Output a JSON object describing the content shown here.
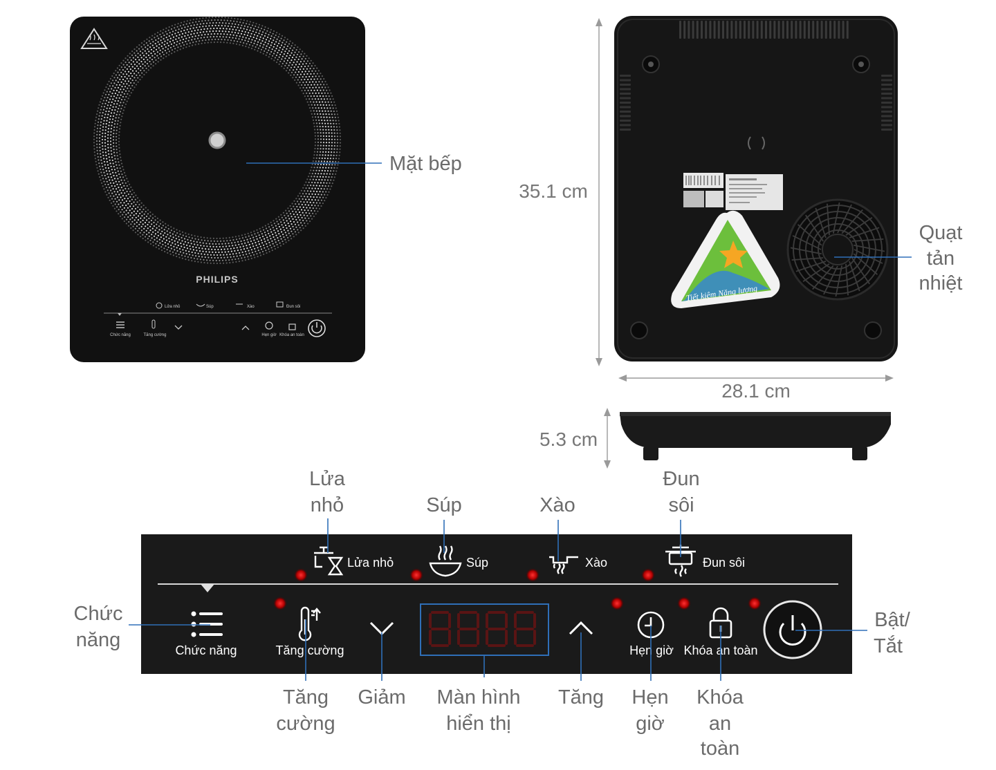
{
  "top_view": {
    "brand": "PHILIPS",
    "surface_label": "Mặt bếp",
    "mini_modes": [
      "Lửa nhỏ",
      "Súp",
      "Xào",
      "Đun sôi"
    ],
    "mini_keys": [
      "Chức năng",
      "Tăng cường",
      "Hẹn giờ",
      "Khóa an toàn"
    ]
  },
  "bottom_view": {
    "fan_label": [
      "Quạt",
      "tản",
      "nhiệt"
    ],
    "sticker_text": "Tiết kiệm Năng lượng"
  },
  "dimensions": {
    "height": "35.1 cm",
    "width": "28.1 cm",
    "depth": "5.3 cm"
  },
  "panel": {
    "modes": [
      {
        "key": "low_heat",
        "label": "Lửa nhỏ",
        "callout": [
          "Lửa",
          "nhỏ"
        ]
      },
      {
        "key": "soup",
        "label": "Súp",
        "callout": [
          "Súp"
        ]
      },
      {
        "key": "stir_fry",
        "label": "Xào",
        "callout": [
          "Xào"
        ]
      },
      {
        "key": "boil",
        "label": "Đun sôi",
        "callout": [
          "Đun",
          "sôi"
        ]
      }
    ],
    "buttons": {
      "function": {
        "label": "Chức năng",
        "callout": [
          "Chức",
          "năng"
        ]
      },
      "boost": {
        "label": "Tăng cường",
        "callout": [
          "Tăng",
          "cường"
        ]
      },
      "decrease": {
        "callout": [
          "Giảm"
        ]
      },
      "display": {
        "callout": [
          "Màn hình",
          "hiển thị"
        ],
        "digits": "8888"
      },
      "increase": {
        "callout": [
          "Tăng"
        ]
      },
      "timer": {
        "label": "Hẹn giờ",
        "callout": [
          "Hẹn",
          "giờ"
        ]
      },
      "lock": {
        "label": "Khóa an toàn",
        "callout": [
          "Khóa",
          "an",
          "toàn"
        ]
      },
      "power": {
        "callout": [
          "Bật/",
          "Tắt"
        ]
      }
    }
  },
  "colors": {
    "panel": "#1a1a1a",
    "leader": "#2f6fb8",
    "indicator": "#d01818",
    "label_text": "#6b6b6b"
  }
}
